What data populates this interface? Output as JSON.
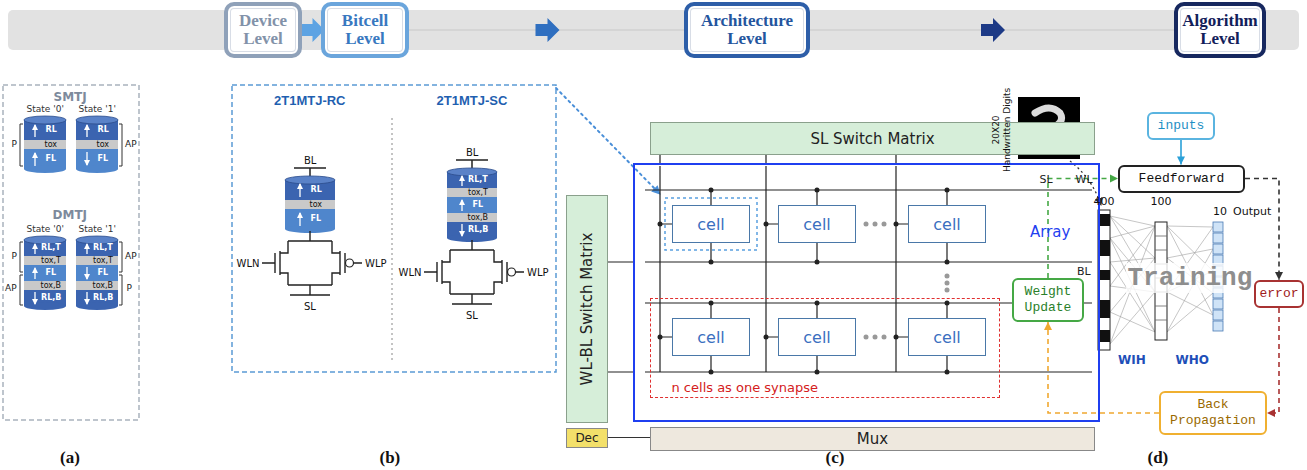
{
  "diagram": {
    "nodes": [
      {
        "text": [
          "Device Level"
        ]
      },
      {
        "text": [
          "Bitcell Level"
        ]
      },
      {
        "text": [
          "Architecture Level"
        ]
      },
      {
        "text": [
          "Algorithm Level"
        ]
      },
      {
        "text": [
          "SL Switch Matrix"
        ]
      },
      {
        "text": [
          "WL-BL Switch Matrix"
        ]
      },
      {
        "text": [
          "Array"
        ]
      },
      {
        "text": [
          "cell"
        ],
        "in": 6
      },
      {
        "text": [
          "cell"
        ],
        "in": 6
      },
      {
        "text": [
          "cell"
        ],
        "in": 6
      },
      {
        "text": [
          "n cells as one synapse"
        ],
        "in": 6
      },
      {
        "text": [
          "cell"
        ],
        "in": 10
      },
      {
        "text": [
          "cell"
        ],
        "in": 10
      },
      {
        "text": [
          "cell"
        ],
        "in": 10
      },
      {
        "text": [
          "Dec"
        ]
      },
      {
        "text": [
          "Mux"
        ]
      },
      {
        "text": [
          "inputs"
        ]
      },
      {
        "text": [
          "Feedforward"
        ]
      },
      {
        "text": [
          "error"
        ]
      },
      {
        "text": [
          "Back Propagation"
        ]
      },
      {
        "text": [
          "Weight Update"
        ]
      }
    ],
    "edges": [
      {
        "from": 0,
        "to": 1,
        "arrow": "to"
      },
      {
        "from": 1,
        "to": 2,
        "arrow": "to"
      },
      {
        "from": 2,
        "to": 3,
        "arrow": "to"
      },
      {
        "from": 14,
        "to": 15,
        "arrow": "none"
      },
      {
        "from": 16,
        "to": 17,
        "arrow": "to"
      },
      {
        "from": 17,
        "to": 18,
        "arrow": "to"
      },
      {
        "from": 18,
        "to": 19,
        "arrow": "to"
      },
      {
        "from": 19,
        "to": 20,
        "arrow": "to"
      },
      {
        "from": 20,
        "to": 17,
        "arrow": "to"
      }
    ],
    "labels": [
      "(a)",
      "(b)",
      "(c)",
      "(d)",
      "SMTJ",
      "State '0'",
      "State '1'",
      "P",
      "AP",
      "RL",
      "tox",
      "FL",
      "RL",
      "tox",
      "FL",
      "DMTJ",
      "State '0'",
      "State '1'",
      "P",
      "AP",
      "AP",
      "P",
      "RL,T",
      "tox,T",
      "FL",
      "tox,B",
      "RL,B",
      "RL,T",
      "tox,T",
      "FL",
      "tox,B",
      "RL,B",
      "2T1MTJ-RC",
      "2T1MTJ-SC",
      "BL",
      "RL",
      "tox",
      "FL",
      "WLN",
      "WLP",
      "SL",
      "BL",
      "RL,T",
      "tox,T",
      "FL",
      "tox,B",
      "RL,B",
      "WLN",
      "WLP",
      "SL",
      "SL",
      "WL",
      "BL",
      "20X20",
      "Handwritten Digits",
      "400",
      "100",
      "10",
      "Output",
      "Training",
      "WIH",
      "WHO"
    ]
  }
}
